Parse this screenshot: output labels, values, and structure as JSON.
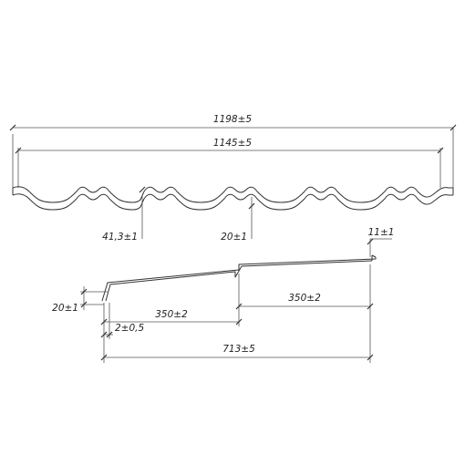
{
  "cross_section": {
    "overall_width": "1198±5",
    "effective_width": "1145±5",
    "wave_pitch": "41,3±1",
    "wave_height": "20±1"
  },
  "longitudinal_section": {
    "step_height": "20±1",
    "end_fold": "11±1",
    "step_pitch_left": "350±2",
    "step_pitch_right": "350±2",
    "fold_offset": "2±0,5",
    "total_length": "713±5"
  }
}
